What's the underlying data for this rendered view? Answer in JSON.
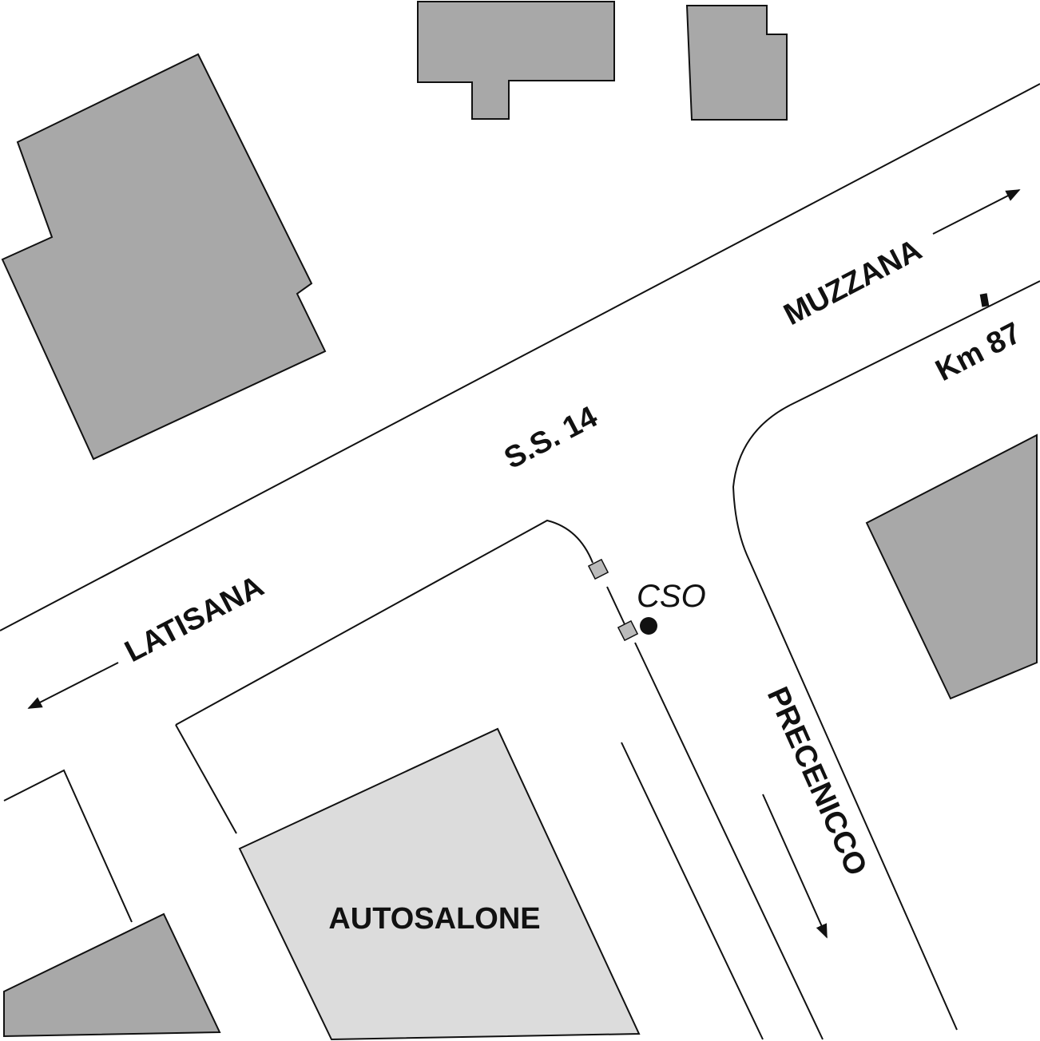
{
  "map": {
    "road_name": "S.S. 14",
    "directions": {
      "east": "MUZZANA",
      "west": "LATISANA",
      "south": "PRECENICCO"
    },
    "kilometer_marker": "Km 87",
    "point_label": "CSO",
    "building_label": "AUTOSALONE",
    "colors": {
      "building": "#a8a8a8",
      "autosalone": "#dcdcdc",
      "line": "#111111"
    }
  }
}
